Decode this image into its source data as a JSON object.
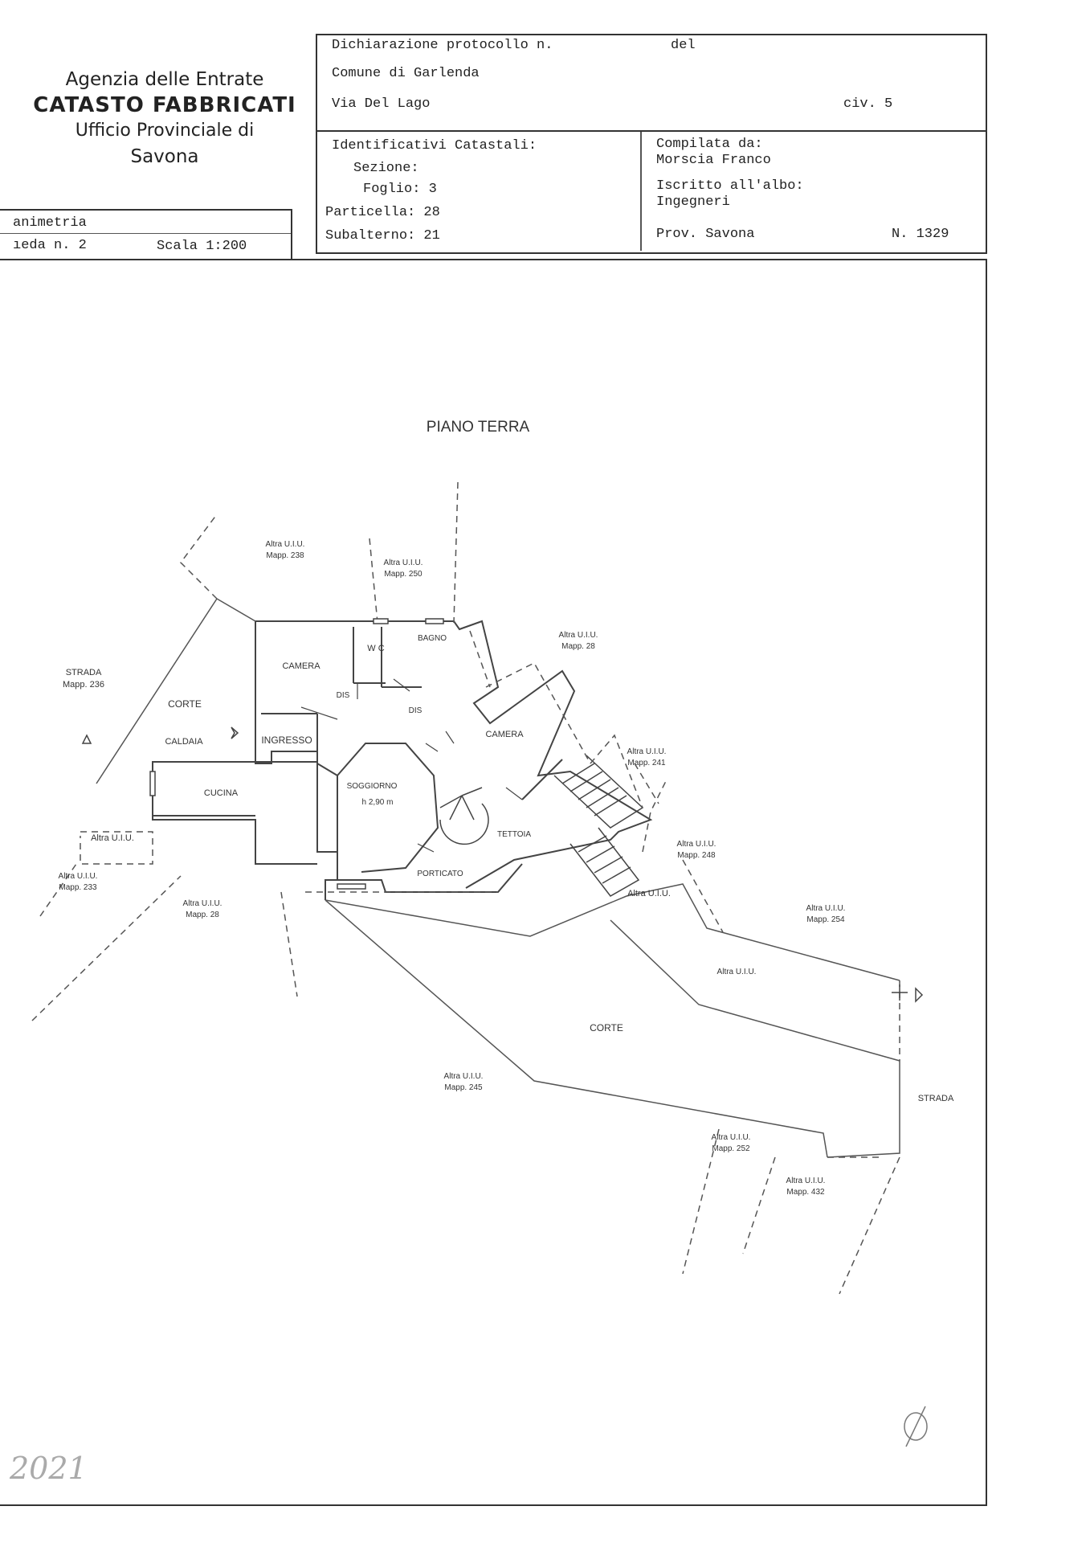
{
  "header": {
    "agency_line1": "Agenzia delle Entrate",
    "agency_line2": "CATASTO FABBRICATI",
    "agency_line3": "Ufficio Provinciale di",
    "agency_line4": "Savona",
    "dichiarazione": "Dichiarazione protocollo n.",
    "del": "del",
    "comune": "Comune di Garlenda",
    "via": "Via Del Lago",
    "civ": "civ. 5",
    "identificativi": "Identificativi Catastali:",
    "sezione": "Sezione:",
    "foglio": "Foglio: 3",
    "particella": "Particella: 28",
    "subalterno": "Subalterno: 21",
    "compilata": "Compilata da:",
    "compilatore": "Morscia Franco",
    "iscritto": "Iscritto all'albo:",
    "albo": "Ingegneri",
    "prov": "Prov. Savona",
    "numero": "N. 1329",
    "planimetria": "animetria",
    "scheda": "ıeda n. 2",
    "scala": "Scala 1:200"
  },
  "plan": {
    "title": "PIANO TERRA",
    "rooms": {
      "camera1": "CAMERA",
      "wc": "W C",
      "bagno": "BAGNO",
      "dis1": "DIS",
      "dis2": "DIS",
      "camera2": "CAMERA",
      "ingresso": "INGRESSO",
      "caldaia": "CALDAIA",
      "cucina": "CUCINA",
      "soggiorno": "SOGGIORNO",
      "soggiorno_h": "h 2,90 m",
      "tettoia": "TETTOIA",
      "porticato": "PORTICATO",
      "corte1": "CORTE",
      "corte2": "CORTE",
      "altra_utu_small": "Altra U.I.U.",
      "altra_utu_stair": "Altra U.I.U."
    },
    "labels": {
      "u238a": "Altra U.I.U.",
      "u238b": "Mapp. 238",
      "u250a": "Altra U.I.U.",
      "u250b": "Mapp. 250",
      "u28a": "Altra U.I.U.",
      "u28b": "Mapp. 28",
      "strada236a": "STRADA",
      "strada236b": "Mapp. 236",
      "u241a": "Altra U.I.U.",
      "u241b": "Mapp. 241",
      "u248a": "Altra U.I.U.",
      "u248b": "Mapp. 248",
      "u233a": "Altra U.I.U.",
      "u233b": "Mapp. 233",
      "u28ba": "Altra U.I.U.",
      "u28bb": "Mapp. 28",
      "u254a": "Altra U.I.U.",
      "u254b": "Mapp. 254",
      "uMid": "Altra U.I.U.",
      "u245a": "Altra U.I.U.",
      "u245b": "Mapp. 245",
      "strada2": "STRADA",
      "u252a": "Altra U.I.U.",
      "u252b": "Mapp. 252",
      "u432a": "Altra U.I.U.",
      "u432b": "Mapp. 432"
    }
  },
  "handwritten_year": "2021"
}
